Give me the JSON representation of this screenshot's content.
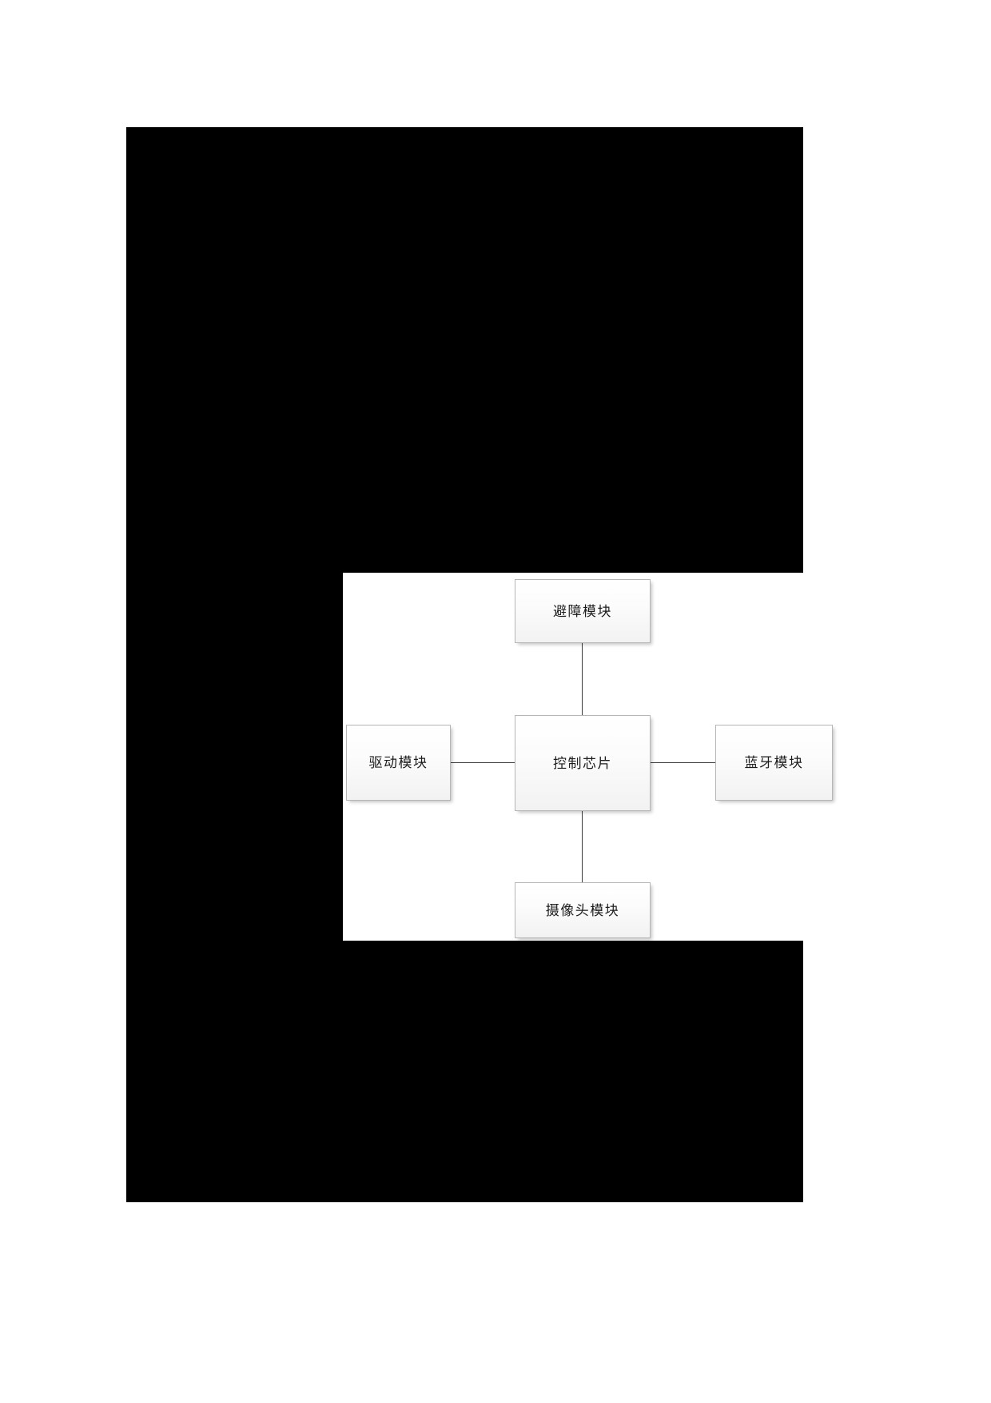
{
  "page": {
    "background_color": "#ffffff",
    "canvas_color": "#000000",
    "panel_color": "#ffffff"
  },
  "diagram": {
    "type": "block-diagram",
    "title": "",
    "line_color": "#3a3a3a",
    "node_border_color": "#b6b6b6",
    "node_fill_top": "#ffffff",
    "node_fill_bottom": "#f2f2f2",
    "nodes": [
      {
        "id": "obstacle",
        "label": "避障模块"
      },
      {
        "id": "control",
        "label": "控制芯片"
      },
      {
        "id": "drive",
        "label": "驱动模块"
      },
      {
        "id": "bluetooth",
        "label": "蓝牙模块"
      },
      {
        "id": "camera",
        "label": "摄像头模块"
      }
    ],
    "edges": [
      {
        "from": "obstacle",
        "to": "control",
        "orientation": "vertical"
      },
      {
        "from": "control",
        "to": "camera",
        "orientation": "vertical"
      },
      {
        "from": "drive",
        "to": "control",
        "orientation": "horizontal"
      },
      {
        "from": "control",
        "to": "bluetooth",
        "orientation": "horizontal"
      }
    ]
  }
}
